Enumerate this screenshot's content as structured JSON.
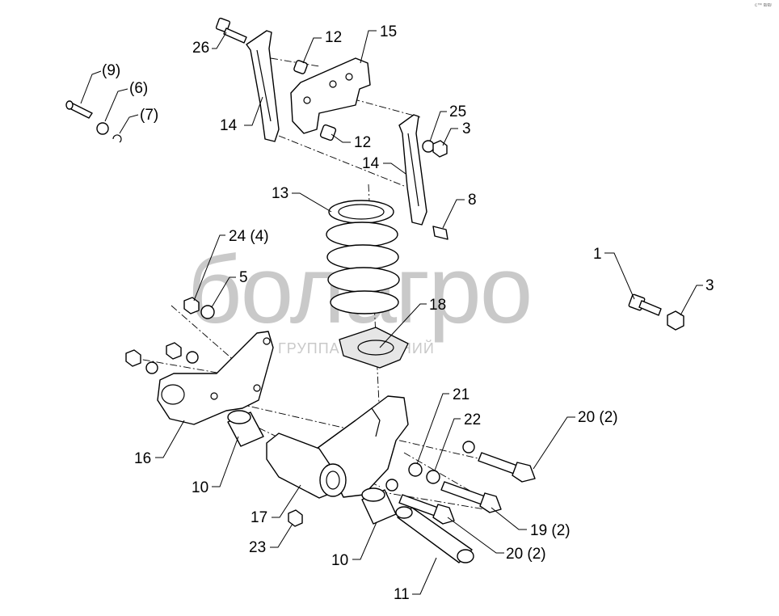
{
  "watermark": {
    "logo_text": "болагро",
    "subtitle": "ГРУППА КОМПАНИЙ"
  },
  "corner_mark": "с™ ₪₪",
  "labels": [
    {
      "text": "(9)"
    },
    {
      "text": "(6)"
    },
    {
      "text": "(7)"
    },
    {
      "text": "26"
    },
    {
      "text": "12"
    },
    {
      "text": "15"
    },
    {
      "text": "14"
    },
    {
      "text": "12"
    },
    {
      "text": "25"
    },
    {
      "text": "3"
    },
    {
      "text": "14"
    },
    {
      "text": "13"
    },
    {
      "text": "8"
    },
    {
      "text": "24 (4)"
    },
    {
      "text": "5"
    },
    {
      "text": "1"
    },
    {
      "text": "3"
    },
    {
      "text": "18"
    },
    {
      "text": "21"
    },
    {
      "text": "22"
    },
    {
      "text": "20 (2)"
    },
    {
      "text": "16"
    },
    {
      "text": "10"
    },
    {
      "text": "17"
    },
    {
      "text": "19 (2)"
    },
    {
      "text": "23"
    },
    {
      "text": "10"
    },
    {
      "text": "20 (2)"
    },
    {
      "text": "11"
    }
  ]
}
